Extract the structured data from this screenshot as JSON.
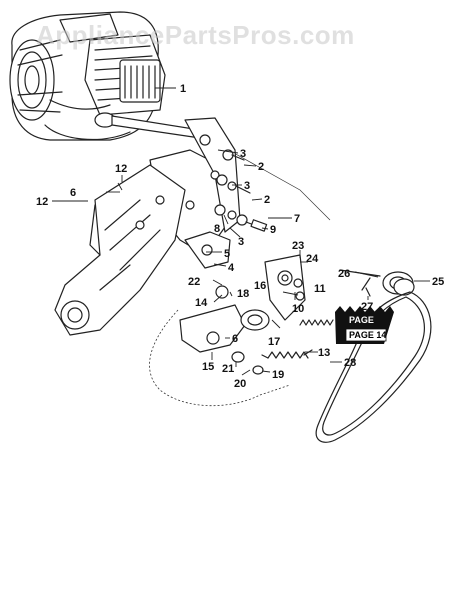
{
  "watermark": "AppliancePartsPros.com",
  "diagram": {
    "callouts": [
      {
        "id": "c1",
        "text": "1"
      },
      {
        "id": "c2a",
        "text": "2"
      },
      {
        "id": "c2b",
        "text": "2"
      },
      {
        "id": "c3a",
        "text": "3"
      },
      {
        "id": "c3b",
        "text": "3"
      },
      {
        "id": "c3c",
        "text": "3"
      },
      {
        "id": "c4",
        "text": "4"
      },
      {
        "id": "c5",
        "text": "5"
      },
      {
        "id": "c6a",
        "text": "6"
      },
      {
        "id": "c6b",
        "text": "6"
      },
      {
        "id": "c7",
        "text": "7"
      },
      {
        "id": "c8",
        "text": "8"
      },
      {
        "id": "c9",
        "text": "9"
      },
      {
        "id": "c10",
        "text": "10"
      },
      {
        "id": "c11",
        "text": "11"
      },
      {
        "id": "c12a",
        "text": "12"
      },
      {
        "id": "c12b",
        "text": "12"
      },
      {
        "id": "c13",
        "text": "13"
      },
      {
        "id": "c14",
        "text": "14"
      },
      {
        "id": "c15",
        "text": "15"
      },
      {
        "id": "c16",
        "text": "16"
      },
      {
        "id": "c17",
        "text": "17"
      },
      {
        "id": "c18",
        "text": "18"
      },
      {
        "id": "c19",
        "text": "19"
      },
      {
        "id": "c20",
        "text": "20"
      },
      {
        "id": "c21",
        "text": "21"
      },
      {
        "id": "c22",
        "text": "22"
      },
      {
        "id": "c23",
        "text": "23"
      },
      {
        "id": "c24",
        "text": "24"
      },
      {
        "id": "c25",
        "text": "25"
      },
      {
        "id": "c26",
        "text": "26"
      },
      {
        "id": "c27",
        "text": "27"
      },
      {
        "id": "c28",
        "text": "28"
      }
    ],
    "page_tag": {
      "line1": "PAGE",
      "line2": "PAGE 14"
    }
  }
}
